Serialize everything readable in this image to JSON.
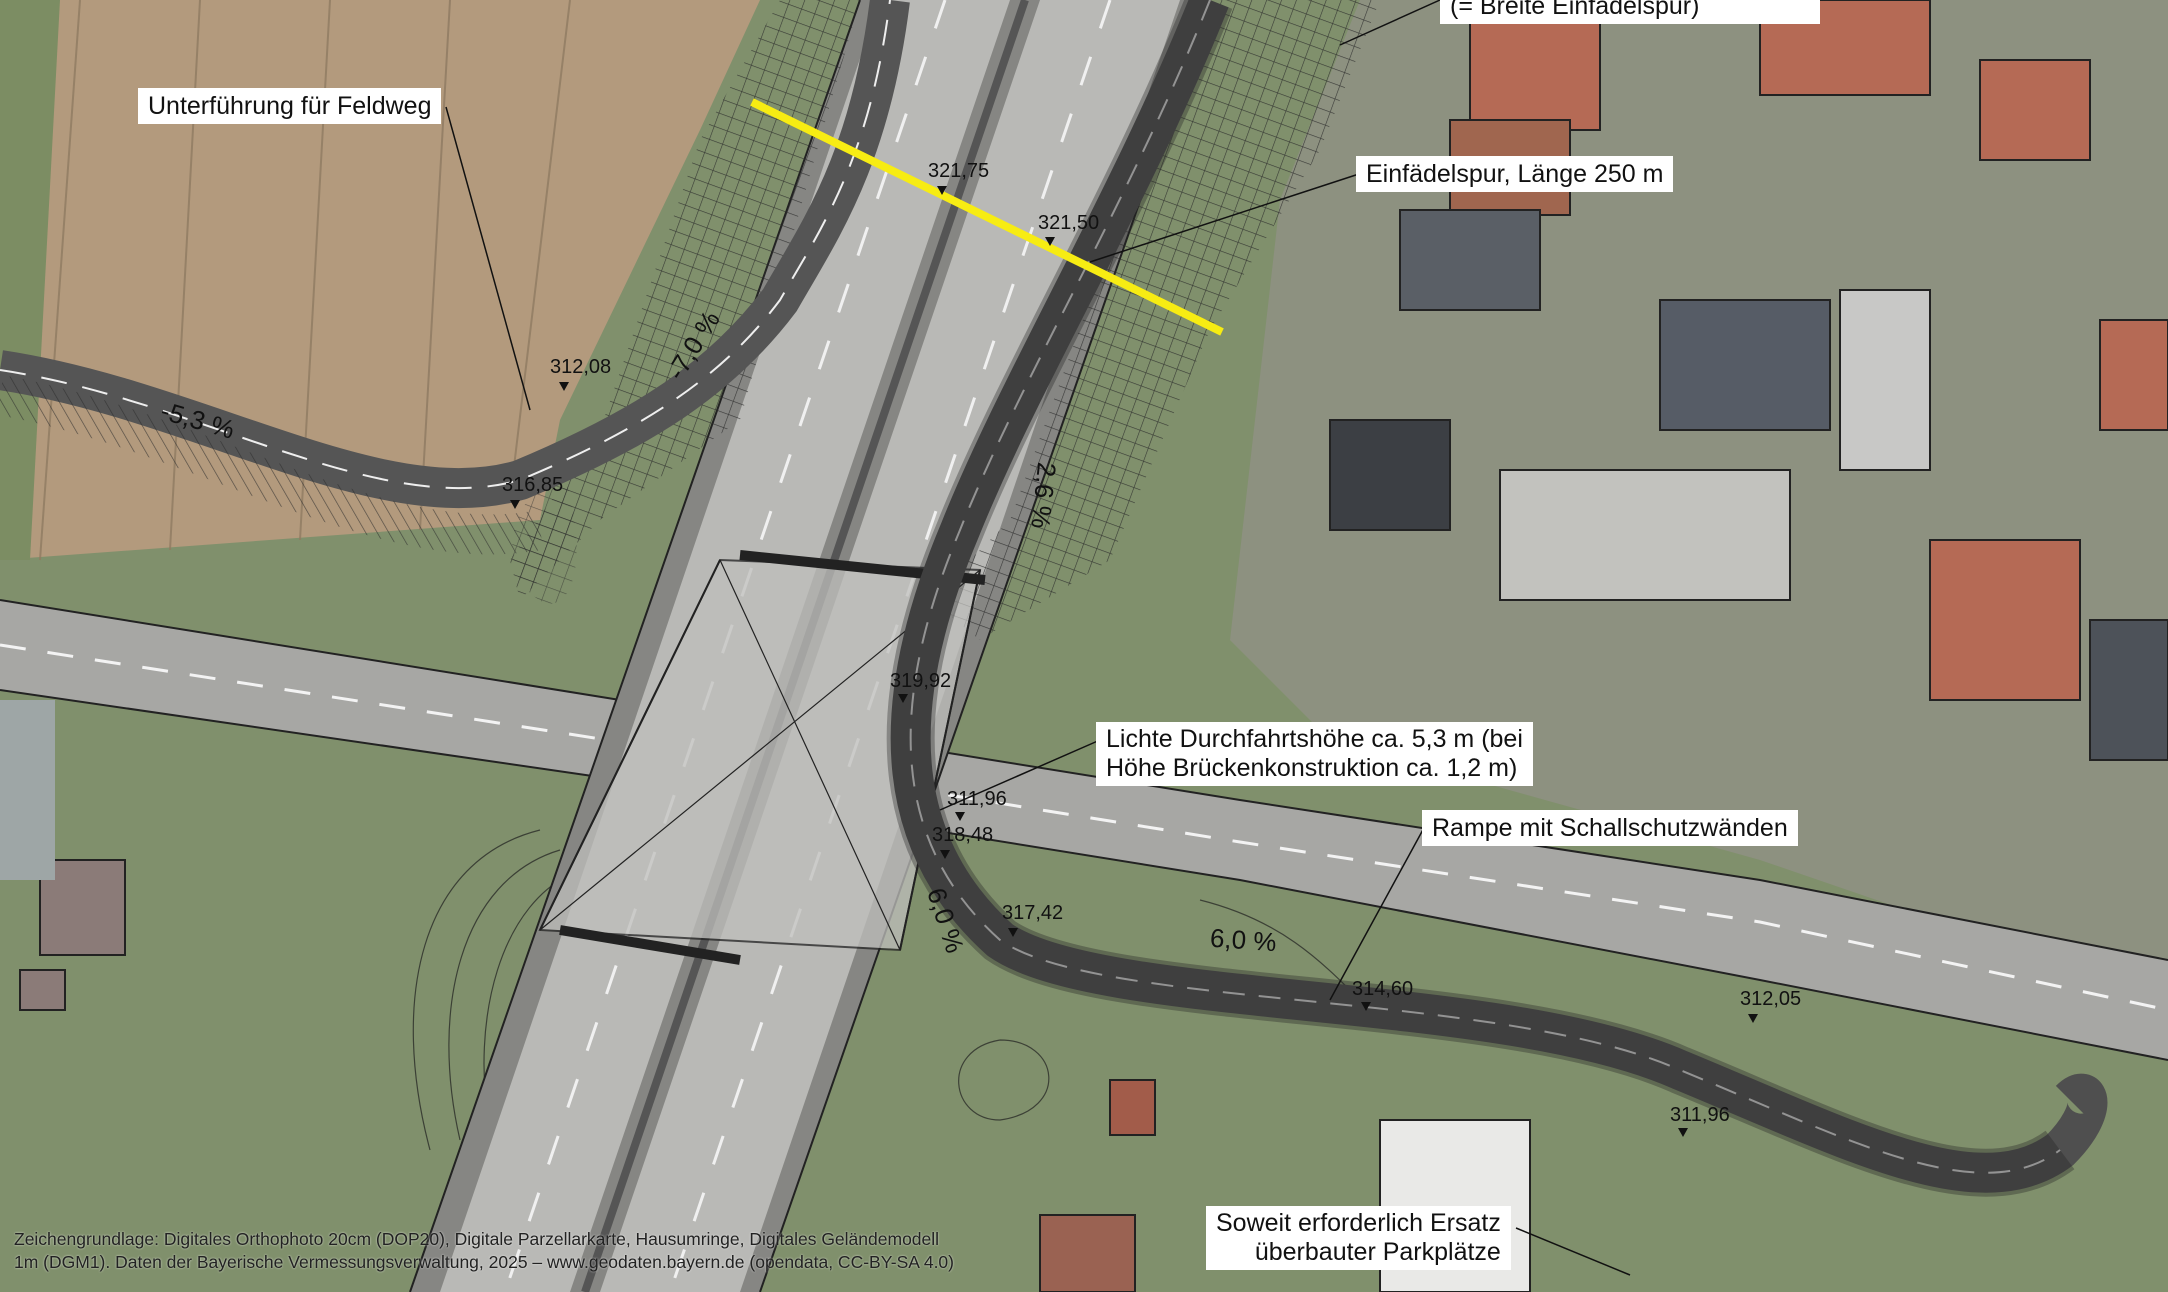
{
  "colors": {
    "section_line": "#f7ec13",
    "road": "#6e6e6e",
    "lane": "#d9d9d9",
    "field": "#b59c7e",
    "meadow": "#7f9468"
  },
  "callouts": {
    "top_clipped": "(= Breite Einfädelspur)",
    "feldweg": "Unterführung für Feldweg",
    "einfaedelspur": "Einfädelspur, Länge 250 m",
    "clearance_line1": "Lichte Durchfahrtshöhe ca. 5,3 m (bei",
    "clearance_line2": "Höhe Brückenkonstruktion ca. 1,2 m)",
    "rampe": "Rampe mit Schallschutzwänden",
    "parking_line1": "Soweit erforderlich Ersatz",
    "parking_line2": "überbauter Parkplätze"
  },
  "elevations": [
    "321,75",
    "321,50",
    "312,08",
    "316,85",
    "319,92",
    "311,96",
    "318,48",
    "317,42",
    "314,60",
    "312,05",
    "311,96"
  ],
  "gradients": [
    "-7,0 %",
    "-5,3 %",
    "2,6 %",
    "6,0 %",
    "6,0 %"
  ],
  "credit": {
    "line1": "Zeichengrundlage: Digitales Orthophoto 20cm (DOP20), Digitale Parzellarkarte, Hausumringe, Digitales Geländemodell",
    "line2": "1m (DGM1). Daten der Bayerische Vermessungsverwaltung, 2025 – www.geodaten.bayern.de (opendata, CC-BY-SA 4.0)"
  }
}
